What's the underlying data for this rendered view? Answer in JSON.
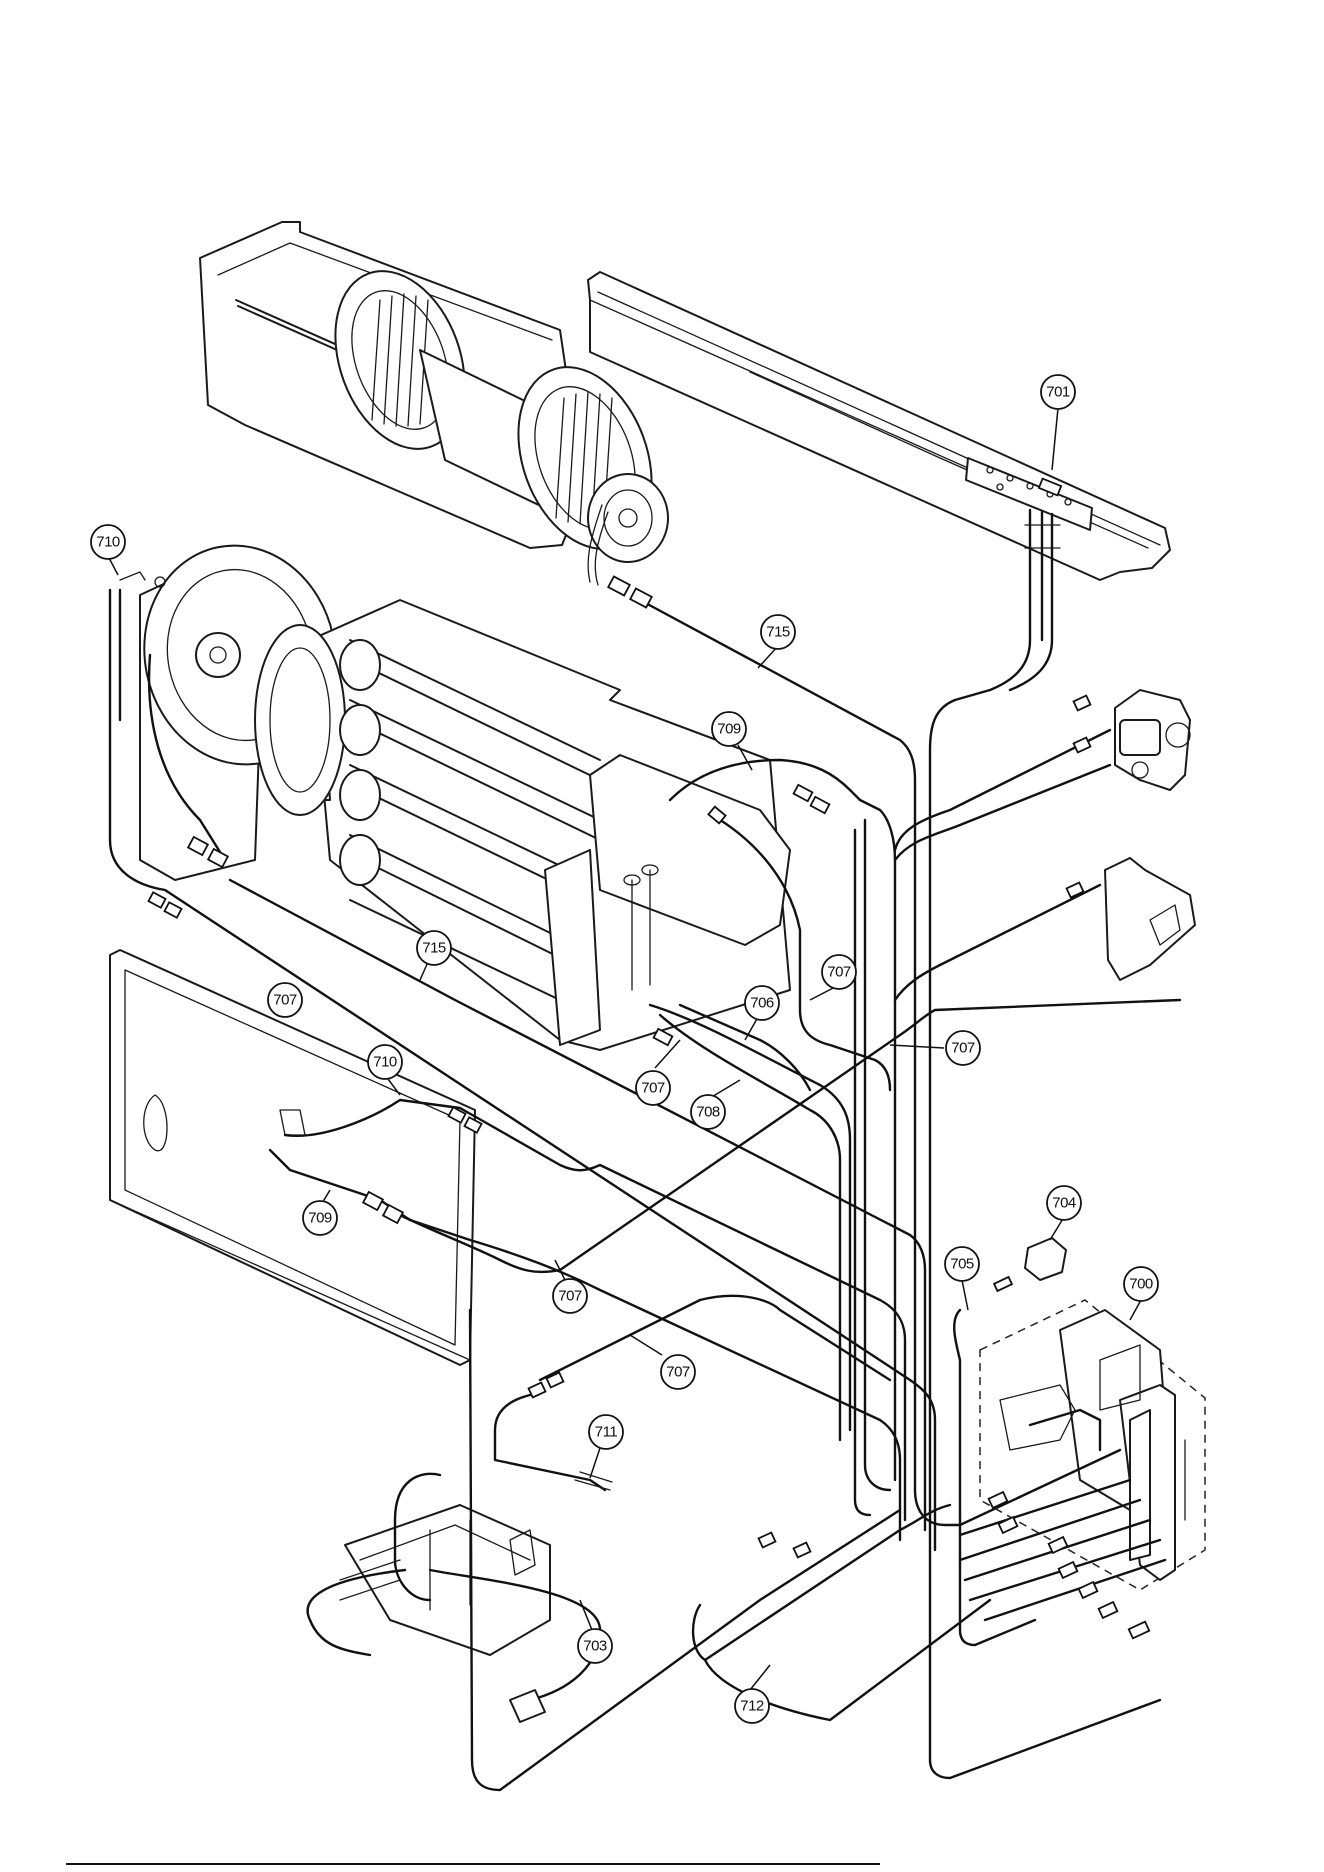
{
  "callouts": [
    {
      "id": "c701",
      "label": "701"
    },
    {
      "id": "c710a",
      "label": "710"
    },
    {
      "id": "c715a",
      "label": "715"
    },
    {
      "id": "c709a",
      "label": "709"
    },
    {
      "id": "c707a",
      "label": "707"
    },
    {
      "id": "c715b",
      "label": "715"
    },
    {
      "id": "c707b",
      "label": "707"
    },
    {
      "id": "c706",
      "label": "706"
    },
    {
      "id": "c707c",
      "label": "707"
    },
    {
      "id": "c710b",
      "label": "710"
    },
    {
      "id": "c707d",
      "label": "707"
    },
    {
      "id": "c708",
      "label": "708"
    },
    {
      "id": "c709b",
      "label": "709"
    },
    {
      "id": "c704",
      "label": "704"
    },
    {
      "id": "c707e",
      "label": "707"
    },
    {
      "id": "c705",
      "label": "705"
    },
    {
      "id": "c700",
      "label": "700"
    },
    {
      "id": "c707f",
      "label": "707"
    },
    {
      "id": "c711",
      "label": "711"
    },
    {
      "id": "c703",
      "label": "703"
    },
    {
      "id": "c712",
      "label": "712"
    }
  ]
}
